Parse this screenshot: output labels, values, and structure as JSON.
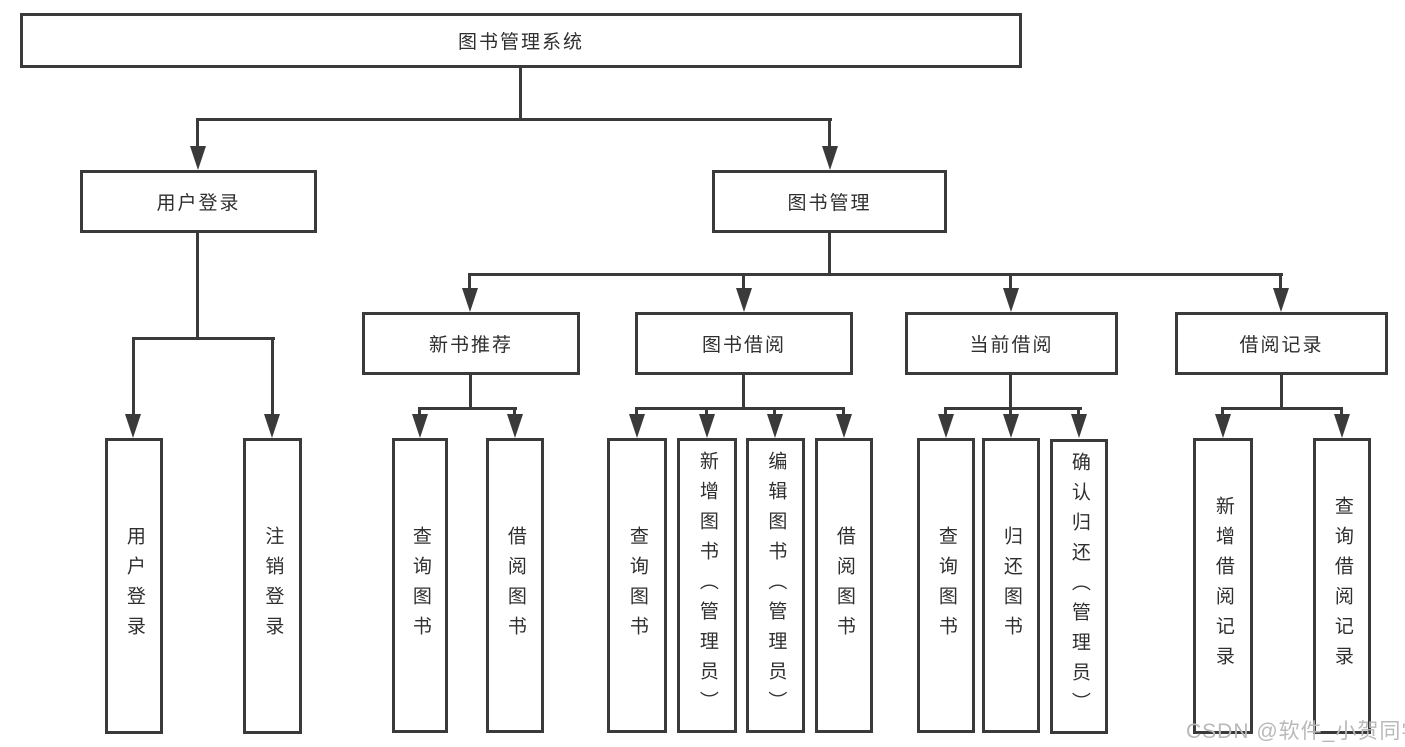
{
  "diagram": {
    "root_label": "图书管理系统",
    "branches": [
      {
        "label": "用户登录",
        "children": [
          "用户登录",
          "注销登录"
        ]
      },
      {
        "label": "图书管理",
        "children": [
          {
            "label": "新书推荐",
            "children": [
              "查询图书",
              "借阅图书"
            ]
          },
          {
            "label": "图书借阅",
            "children": [
              "查询图书",
              "新增图书（管理员）",
              "编辑图书（管理员）",
              "借阅图书"
            ]
          },
          {
            "label": "当前借阅",
            "children": [
              "查询图书",
              "归还图书",
              "确认归还（管理员）"
            ]
          },
          {
            "label": "借阅记录",
            "children": [
              "新增借阅记录",
              "查询借阅记录"
            ]
          }
        ]
      }
    ]
  },
  "colors": {
    "line": "#3a3a3a",
    "node_border": "#3a3a3a",
    "node_text": "#2f2f2f",
    "background": "#ffffff",
    "watermark": "#b9b9b9"
  },
  "watermark": {
    "text": "CSDN @软件_小贺同学"
  }
}
